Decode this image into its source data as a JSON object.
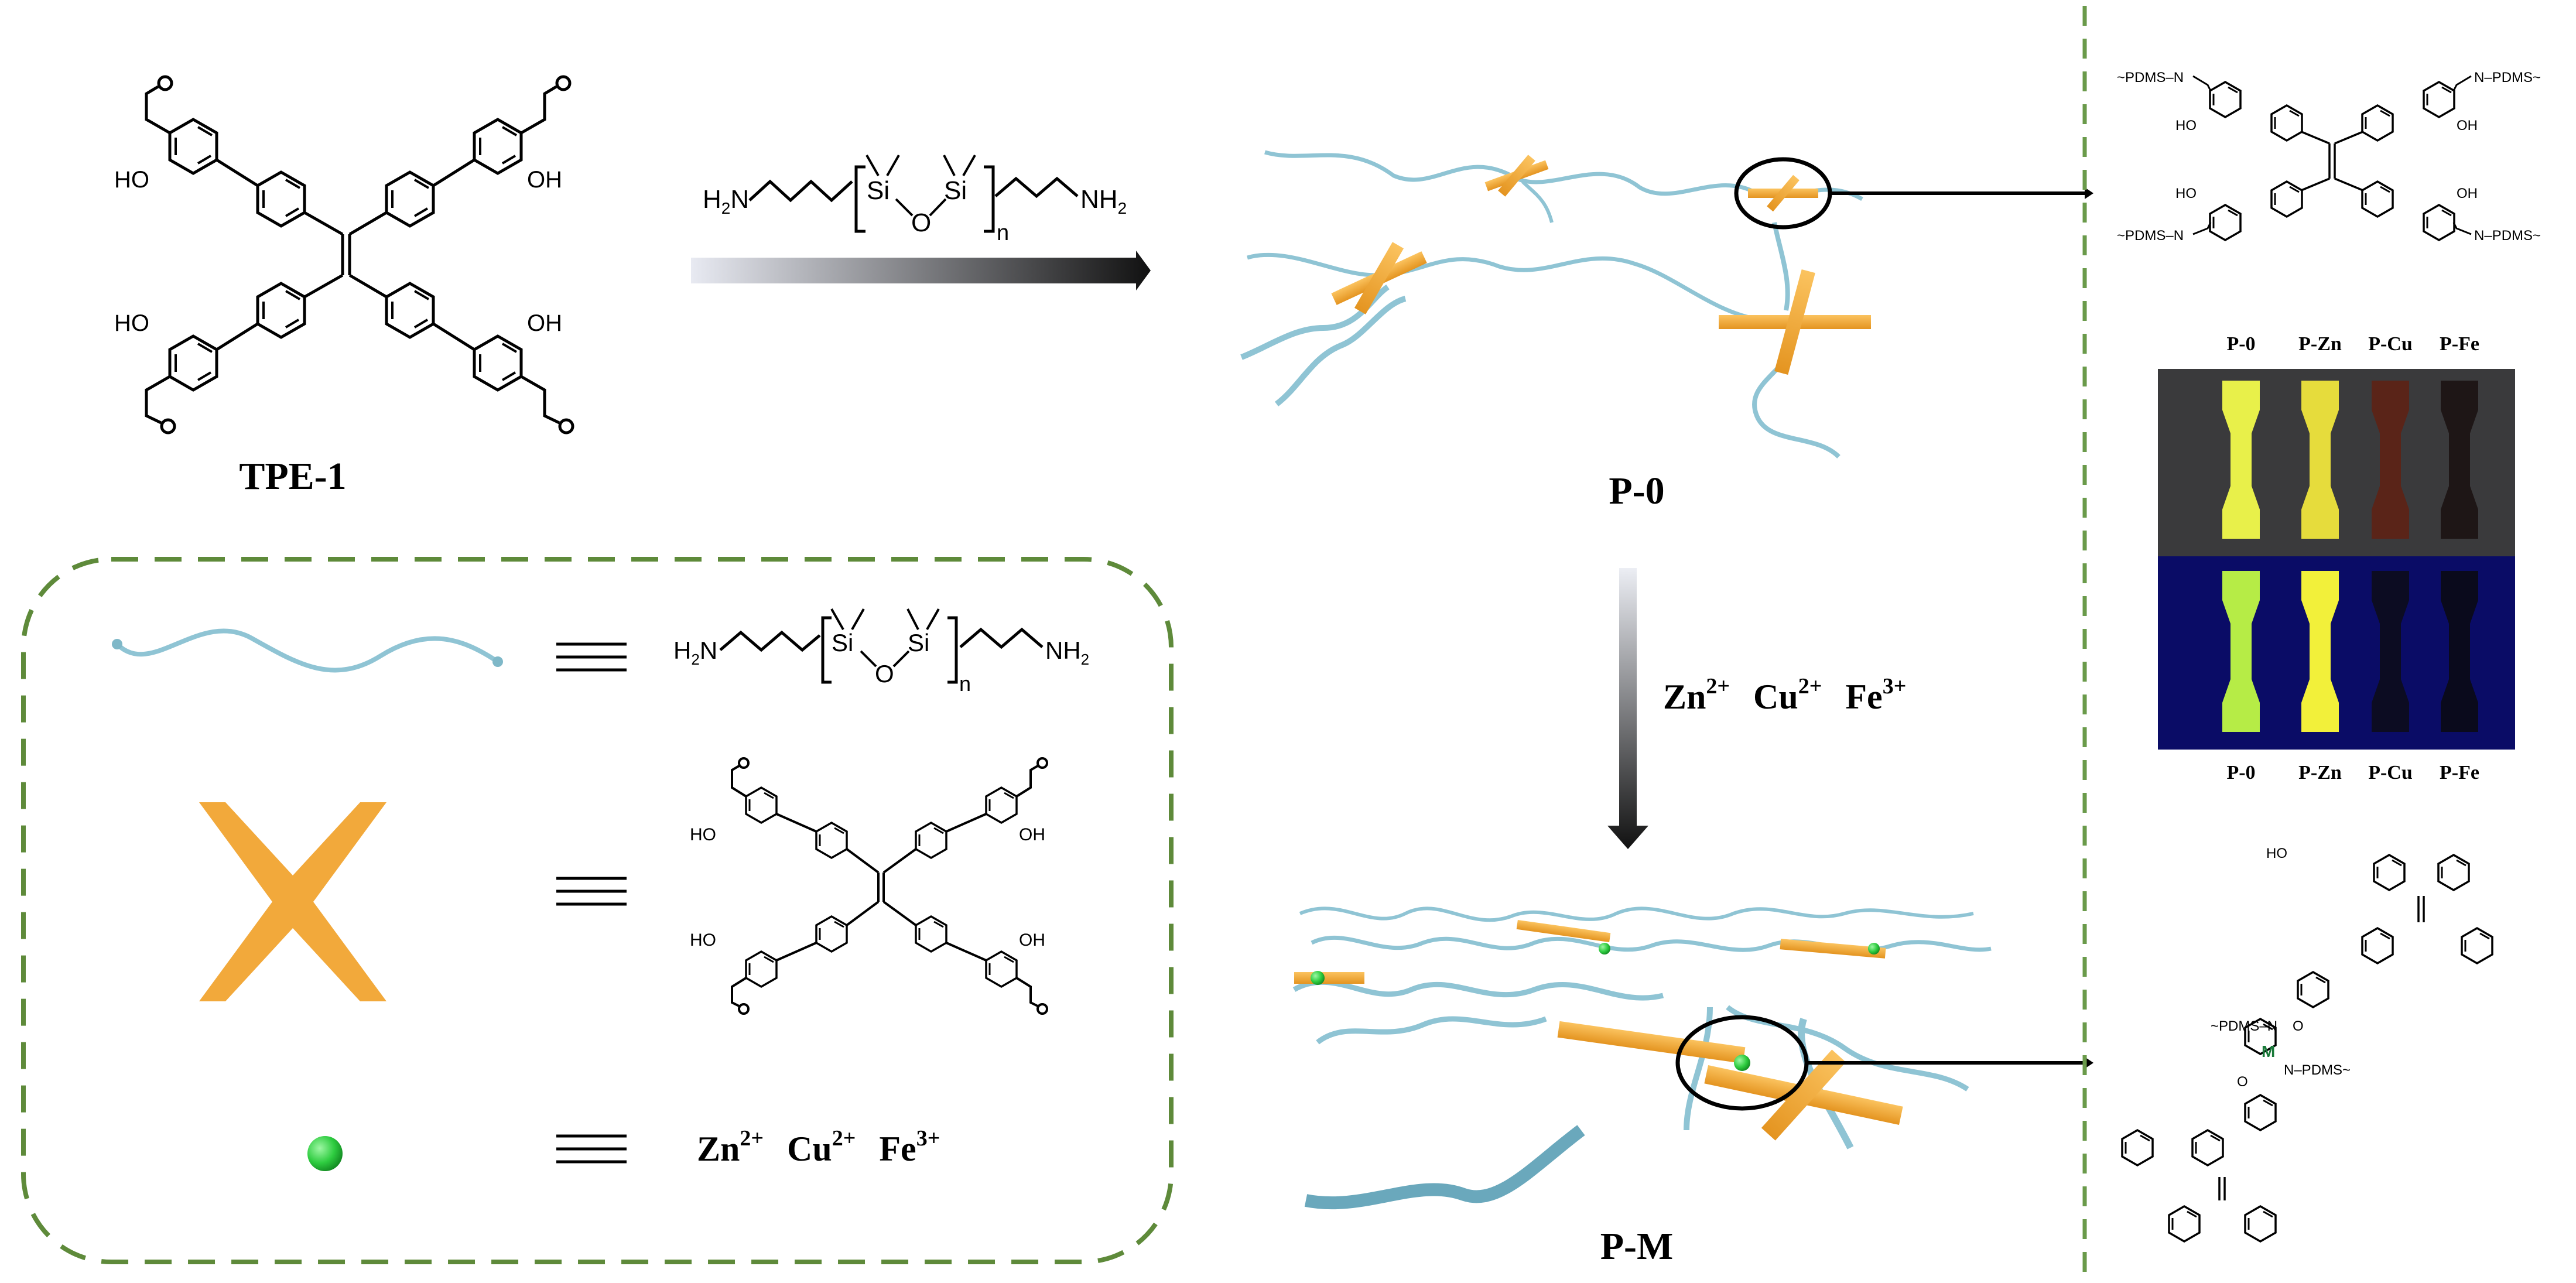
{
  "labels": {
    "tpe1": "TPE-1",
    "p0": "P-0",
    "pm": "P-M"
  },
  "reaction": {
    "reagent_h2n": "H",
    "reagent_nh2_right": "NH",
    "reagent_n": "n",
    "si": "Si",
    "o": "O"
  },
  "ions": {
    "zn": "Zn",
    "zn_charge": "2+",
    "cu": "Cu",
    "cu_charge": "2+",
    "fe": "Fe",
    "fe_charge": "3+"
  },
  "legend_ions": {
    "zn": "Zn",
    "zn_charge": "2+",
    "cu": "Cu",
    "cu_charge": "2+",
    "fe": "Fe",
    "fe_charge": "3+"
  },
  "photo": {
    "top_labels": [
      "P-0",
      "P-Zn",
      "P-Cu",
      "P-Fe"
    ],
    "bottom_labels": [
      "P-0",
      "P-Zn",
      "P-Cu",
      "P-Fe"
    ],
    "sample_colors_daylight": [
      "#e8f04a",
      "#e6dc3c",
      "#5a2418",
      "#1e1616"
    ],
    "sample_colors_uv": [
      "#b6ec46",
      "#f2f03a",
      "#0c0c22",
      "#0a0a1c"
    ]
  },
  "chem_text": {
    "pdms": "PDMS",
    "n": "N",
    "ho": "HO",
    "oh": "OH",
    "m": "M",
    "o": "O"
  },
  "colors": {
    "chain": "#8fc4d4",
    "crosslinker": "#f2a93b",
    "ion": "#2ecc40",
    "dashed_frame": "#5e8a3a"
  }
}
